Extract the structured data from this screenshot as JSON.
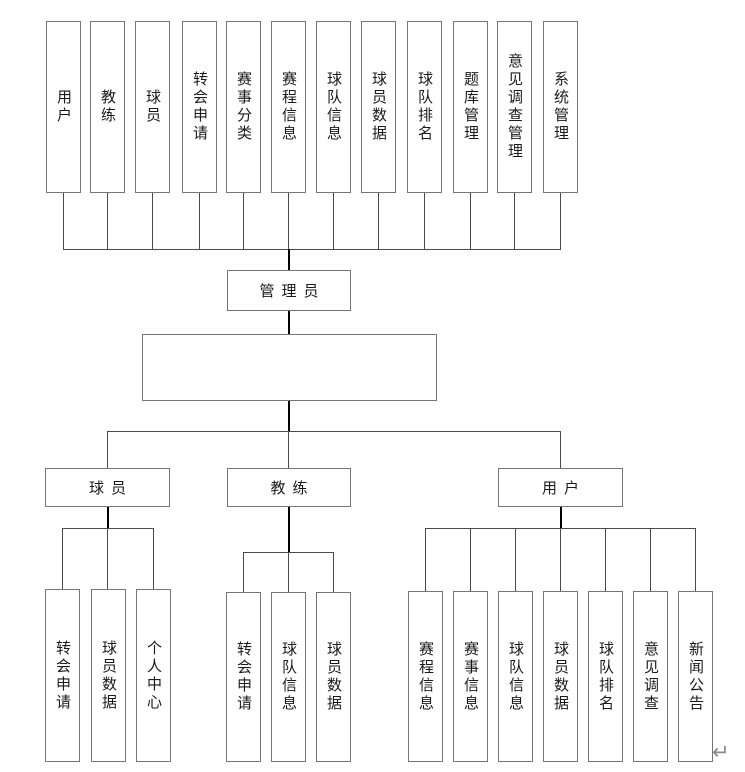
{
  "diagram": {
    "top_modules": [
      "用户",
      "教练",
      "球员",
      "转会申请",
      "赛事分类",
      "赛程信息",
      "球队信息",
      "球员数据",
      "球队排名",
      "题库管理",
      "意见调查管理",
      "系统管理"
    ],
    "admin_label": "管理员",
    "roles": {
      "player": {
        "label": "球员",
        "children": [
          "转会申请",
          "球员数据",
          "个人中心"
        ]
      },
      "coach": {
        "label": "教练",
        "children": [
          "转会申请",
          "球队信息",
          "球员数据"
        ]
      },
      "user": {
        "label": "用户",
        "children": [
          "赛程信息",
          "赛事信息",
          "球队信息",
          "球员数据",
          "球队排名",
          "意见调查",
          "新闻公告"
        ]
      }
    },
    "return_mark": "↵"
  },
  "colors": {
    "background": "#ffffff",
    "box_border": "#757575",
    "line": "#4a4a4a",
    "trunk": "#000000",
    "text": "#1a1a1a",
    "return_mark": "#8a8a8a"
  }
}
